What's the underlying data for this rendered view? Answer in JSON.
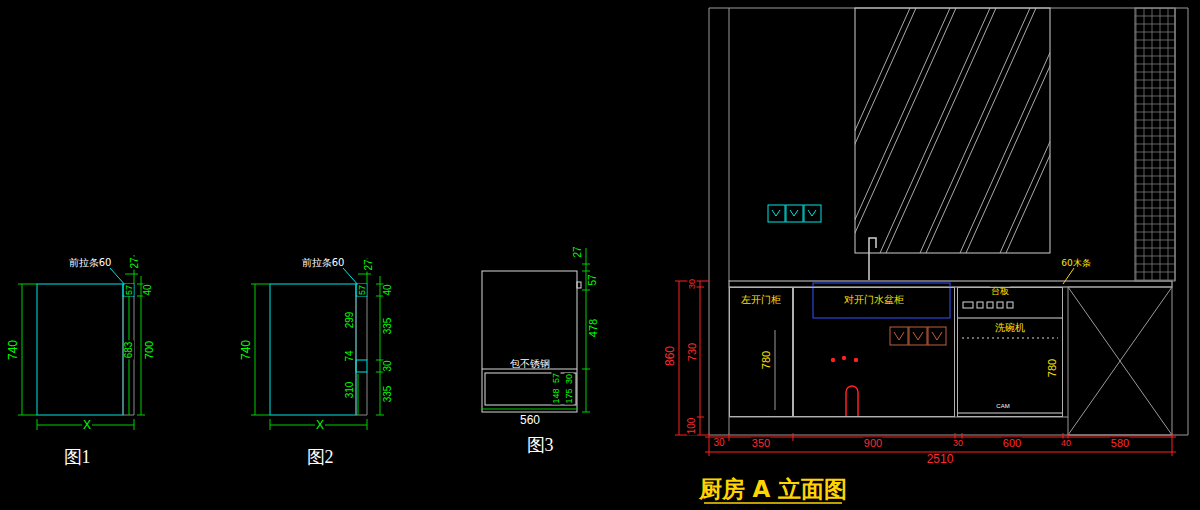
{
  "diagram": {
    "title": "厨房 A 立面图",
    "nodes": [
      {
        "text": [
          "包不锈钢"
        ]
      },
      {
        "text": [
          "左开门柜"
        ]
      },
      {
        "text": [
          "对开门水盆柜"
        ]
      },
      {
        "text": [
          "洗碗机"
        ]
      }
    ],
    "labels": [
      "前拉条60",
      "27",
      "57",
      "40",
      "740",
      "683",
      "700",
      "X",
      "图1",
      "前拉条60",
      "27",
      "57",
      "40",
      "299",
      "335",
      "74",
      "30",
      "310",
      "335",
      "740",
      "X",
      "图2",
      "27",
      "57",
      "478",
      "57",
      "148",
      "30",
      "175",
      "560",
      "图3",
      "台板",
      "60木条",
      "780",
      "780",
      "CAM",
      "30",
      "730",
      "100",
      "860",
      "30",
      "350",
      "900",
      "30",
      "600",
      "40",
      "580",
      "2510"
    ]
  }
}
